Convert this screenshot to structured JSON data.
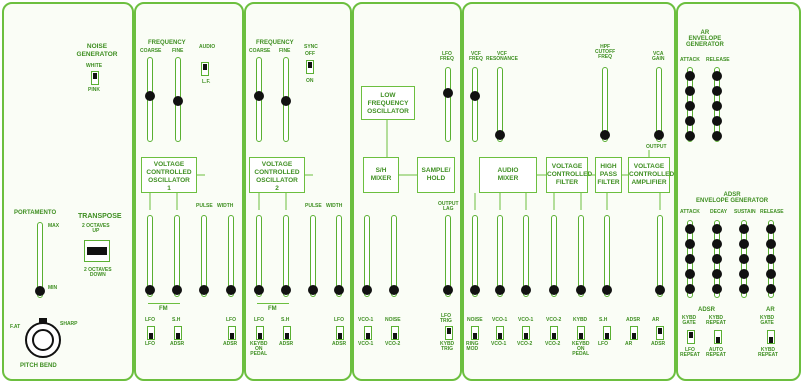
{
  "panel1": {
    "noise_title": "NOISE\nGENERATOR",
    "noise_white": "WHITE",
    "noise_pink": "PINK",
    "portamento": "PORTAMENTO",
    "max": "MAX",
    "min": "MIN",
    "transpose": "TRANSPOSE",
    "two_oct_up": "2 OCTAVES\nUP",
    "two_oct_down": "2 OCTAVES\nDOWN",
    "flat": "F.AT",
    "sharp": "SHARP",
    "pitch_bend": "PITCH BEND"
  },
  "vco1": {
    "frequency": "FREQUENCY",
    "coarse": "COARSE",
    "fine": "FINE",
    "audio": "AUDIO",
    "lf": "L.F.",
    "box": "VOLTAGE\nCONTROLLED\nOSCILLATOR\n1",
    "pulse": "PULSE",
    "width": "WIDTH",
    "fm": "FM",
    "sw1_top": "LFO",
    "sw1_bot": "LFO",
    "sw2_top": "S.H",
    "sw2_bot": "ADSR",
    "sw3_top": "LFO",
    "sw3_bot": "ADSR"
  },
  "vco2": {
    "frequency": "FREQUENCY",
    "coarse": "COARSE",
    "fine": "FINE",
    "sync": "SYNC",
    "off": "OFF",
    "on": "ON",
    "box": "VOLTAGE\nCONTROLLED\nOSCILLATOR\n2",
    "pulse": "PULSE",
    "width": "WIDTH",
    "fm": "FM",
    "sw1_top": "LFO",
    "sw1_bot": "KEYBD\nON\nPEDAL",
    "sw2_top": "S.H",
    "sw2_bot": "ADSR",
    "sw3_top": "LFO",
    "sw3_bot": "ADSR"
  },
  "lfo": {
    "lfo_freq": "LFO\nFREQ",
    "lfo_box": "LOW\nFREQUENCY\nOSCILLATOR",
    "sh_mixer": "S/H\nMIXER",
    "sample_hold": "SAMPLE/\nHOLD",
    "output_lag": "OUTPUT\nLAG",
    "sw1_top": "VCO-1",
    "sw1_bot": "VCO-1",
    "sw2_top": "NOISE",
    "sw2_bot": "VCO-2",
    "sw3_top": "LFO\nTRIG",
    "sw3_bot": "KYBD\nTRIG"
  },
  "filter": {
    "vcf_freq": "VCF\nFREQ",
    "vcf_res": "VCF\nRESONANCE",
    "hpf": "HPF\nCUTOFF\nFREQ",
    "vca_gain": "VCA\nGAIN",
    "output": "OUTPUT",
    "audio_mixer": "AUDIO\nMIXER",
    "vcf_box": "VOLTAGE\nCONTROLLED\nFILTER",
    "hpf_box": "HIGH\nPASS\nFILTER",
    "vca_box": "VOLTAGE\nCONTROLLED\nAMPLIFIER",
    "sw_labels": [
      "NOISE",
      "VCO-1",
      "VCO-1",
      "VCO-2",
      "KYBD",
      "S.H",
      "ADSR",
      "AR"
    ],
    "sw_bot": [
      "RING\nMOD",
      "VCO-1",
      "VCO-2",
      "VCO-2",
      "KEYBD\nON\nPEDAL",
      "LFO",
      "AR",
      "ADSR"
    ]
  },
  "env": {
    "ar_title": "AR\nENVELOPE\nGENERATOR",
    "attack": "ATTACK",
    "release": "RELEASE",
    "adsr_title": "ADSR\nENVELOPE GENERATOR",
    "adsr_attack": "ATTACK",
    "decay": "DECAY",
    "sustain": "SUSTAIN",
    "adsr_release": "RELEASE",
    "adsr_sw_title": "ADSR",
    "ar_sw_title": "AR",
    "kybd_gate": "KYBD\nGATE",
    "kybd_repeat": "KYBD\nREPEAT",
    "lfo_repeat": "LFO\nREPEAT",
    "auto_repeat": "AUTO\nREPEAT",
    "kybd_gate2": "KYBD\nGATE",
    "kybd_repeat2": "KYBD\nREPEAT"
  }
}
